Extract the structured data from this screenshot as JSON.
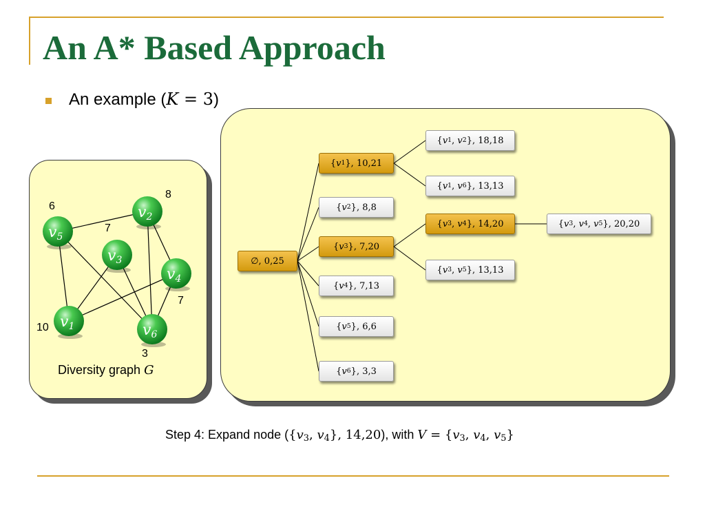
{
  "title": "An A* Based Approach",
  "bullet": {
    "text": "An example (",
    "math_var": "K",
    "math_rest": " = 3",
    "close": ")"
  },
  "colors": {
    "accent": "#d7a12a",
    "title": "#1b6b3a",
    "highlight": "#e5a91c",
    "box_fill": "#fffdc3"
  },
  "graph": {
    "caption": "Diversity graph",
    "caption_var": "G",
    "vertices": [
      {
        "id": "v1",
        "name": "v",
        "sub": "1",
        "weight": "10"
      },
      {
        "id": "v2",
        "name": "v",
        "sub": "2",
        "weight": "8"
      },
      {
        "id": "v3",
        "name": "v",
        "sub": "3",
        "weight": "7"
      },
      {
        "id": "v4",
        "name": "v",
        "sub": "4",
        "weight": "7"
      },
      {
        "id": "v5",
        "name": "v",
        "sub": "5",
        "weight": "6"
      },
      {
        "id": "v6",
        "name": "v",
        "sub": "6",
        "weight": "3"
      }
    ],
    "edges": [
      [
        "v5",
        "v2"
      ],
      [
        "v5",
        "v1"
      ],
      [
        "v5",
        "v6"
      ],
      [
        "v3",
        "v1"
      ],
      [
        "v3",
        "v6"
      ],
      [
        "v2",
        "v6"
      ],
      [
        "v2",
        "v4"
      ],
      [
        "v4",
        "v1"
      ],
      [
        "v4",
        "v6"
      ]
    ]
  },
  "tree": {
    "root": {
      "label": "∅, 0,25"
    },
    "n_v1": {
      "set": "v1",
      "vals": "10,21"
    },
    "n_v2": {
      "set": "v2",
      "vals": "8,8"
    },
    "n_v3": {
      "set": "v3",
      "vals": "7,20"
    },
    "n_v4": {
      "set": "v4",
      "vals": "7,13"
    },
    "n_v5": {
      "set": "v5",
      "vals": "6,6"
    },
    "n_v6": {
      "set": "v6",
      "vals": "3,3"
    },
    "n_v1v2": {
      "a": "1",
      "b": "2",
      "vals": "18,18"
    },
    "n_v1v6": {
      "a": "1",
      "b": "6",
      "vals": "13,13"
    },
    "n_v3v4": {
      "a": "3",
      "b": "4",
      "vals": "14,20"
    },
    "n_v3v5": {
      "a": "3",
      "b": "5",
      "vals": "13,13"
    },
    "n_v3v4v5": {
      "a": "3",
      "b": "4",
      "c": "5",
      "vals": "20,20"
    }
  },
  "step": {
    "prefix": "Step 4: Expand node (",
    "node_vals": "14,20",
    "middle": "), with ",
    "var": "V"
  }
}
